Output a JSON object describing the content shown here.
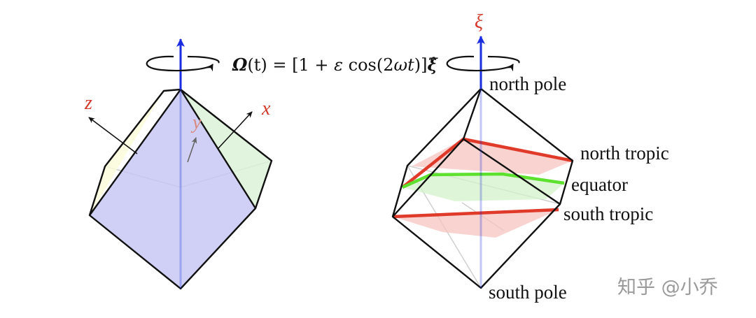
{
  "equation": {
    "omega": "Ω",
    "lhs_rest": "(t) = [1 + ",
    "epsilon": "ε",
    "cos_part": " cos(2",
    "omega_small": "ω",
    "t_part": "t",
    "close": ")]",
    "xi_hat": "ξ̂"
  },
  "cube": {
    "axis_labels": {
      "x": "x",
      "y": "y",
      "z": "z"
    },
    "face_colors": {
      "front": "#c8c8f4",
      "left": "#fbfbdc",
      "right": "#dcf3d8"
    }
  },
  "octahedron": {
    "axis_label": "ξ",
    "labels": {
      "north_pole": "north pole",
      "north_tropic": "north tropic",
      "equator": "equator",
      "south_tropic": "south tropic",
      "south_pole": "south pole"
    },
    "colors": {
      "tropic": "#e03a2a",
      "equator": "#5de02e"
    }
  },
  "colors": {
    "axis_blue": "#1a2ee0",
    "label_red": "#d43a2a",
    "edge": "#111111"
  },
  "watermark": "知乎 @小乔"
}
